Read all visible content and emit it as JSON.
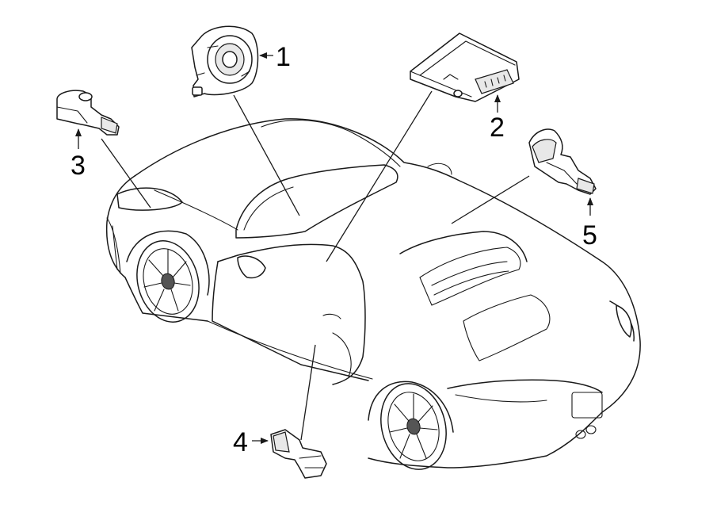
{
  "callouts": [
    {
      "number": "1",
      "part": "clock-spring"
    },
    {
      "number": "2",
      "part": "airbag-control-module"
    },
    {
      "number": "3",
      "part": "front-impact-sensor"
    },
    {
      "number": "4",
      "part": "side-impact-sensor"
    },
    {
      "number": "5",
      "part": "rear-impact-sensor"
    }
  ]
}
